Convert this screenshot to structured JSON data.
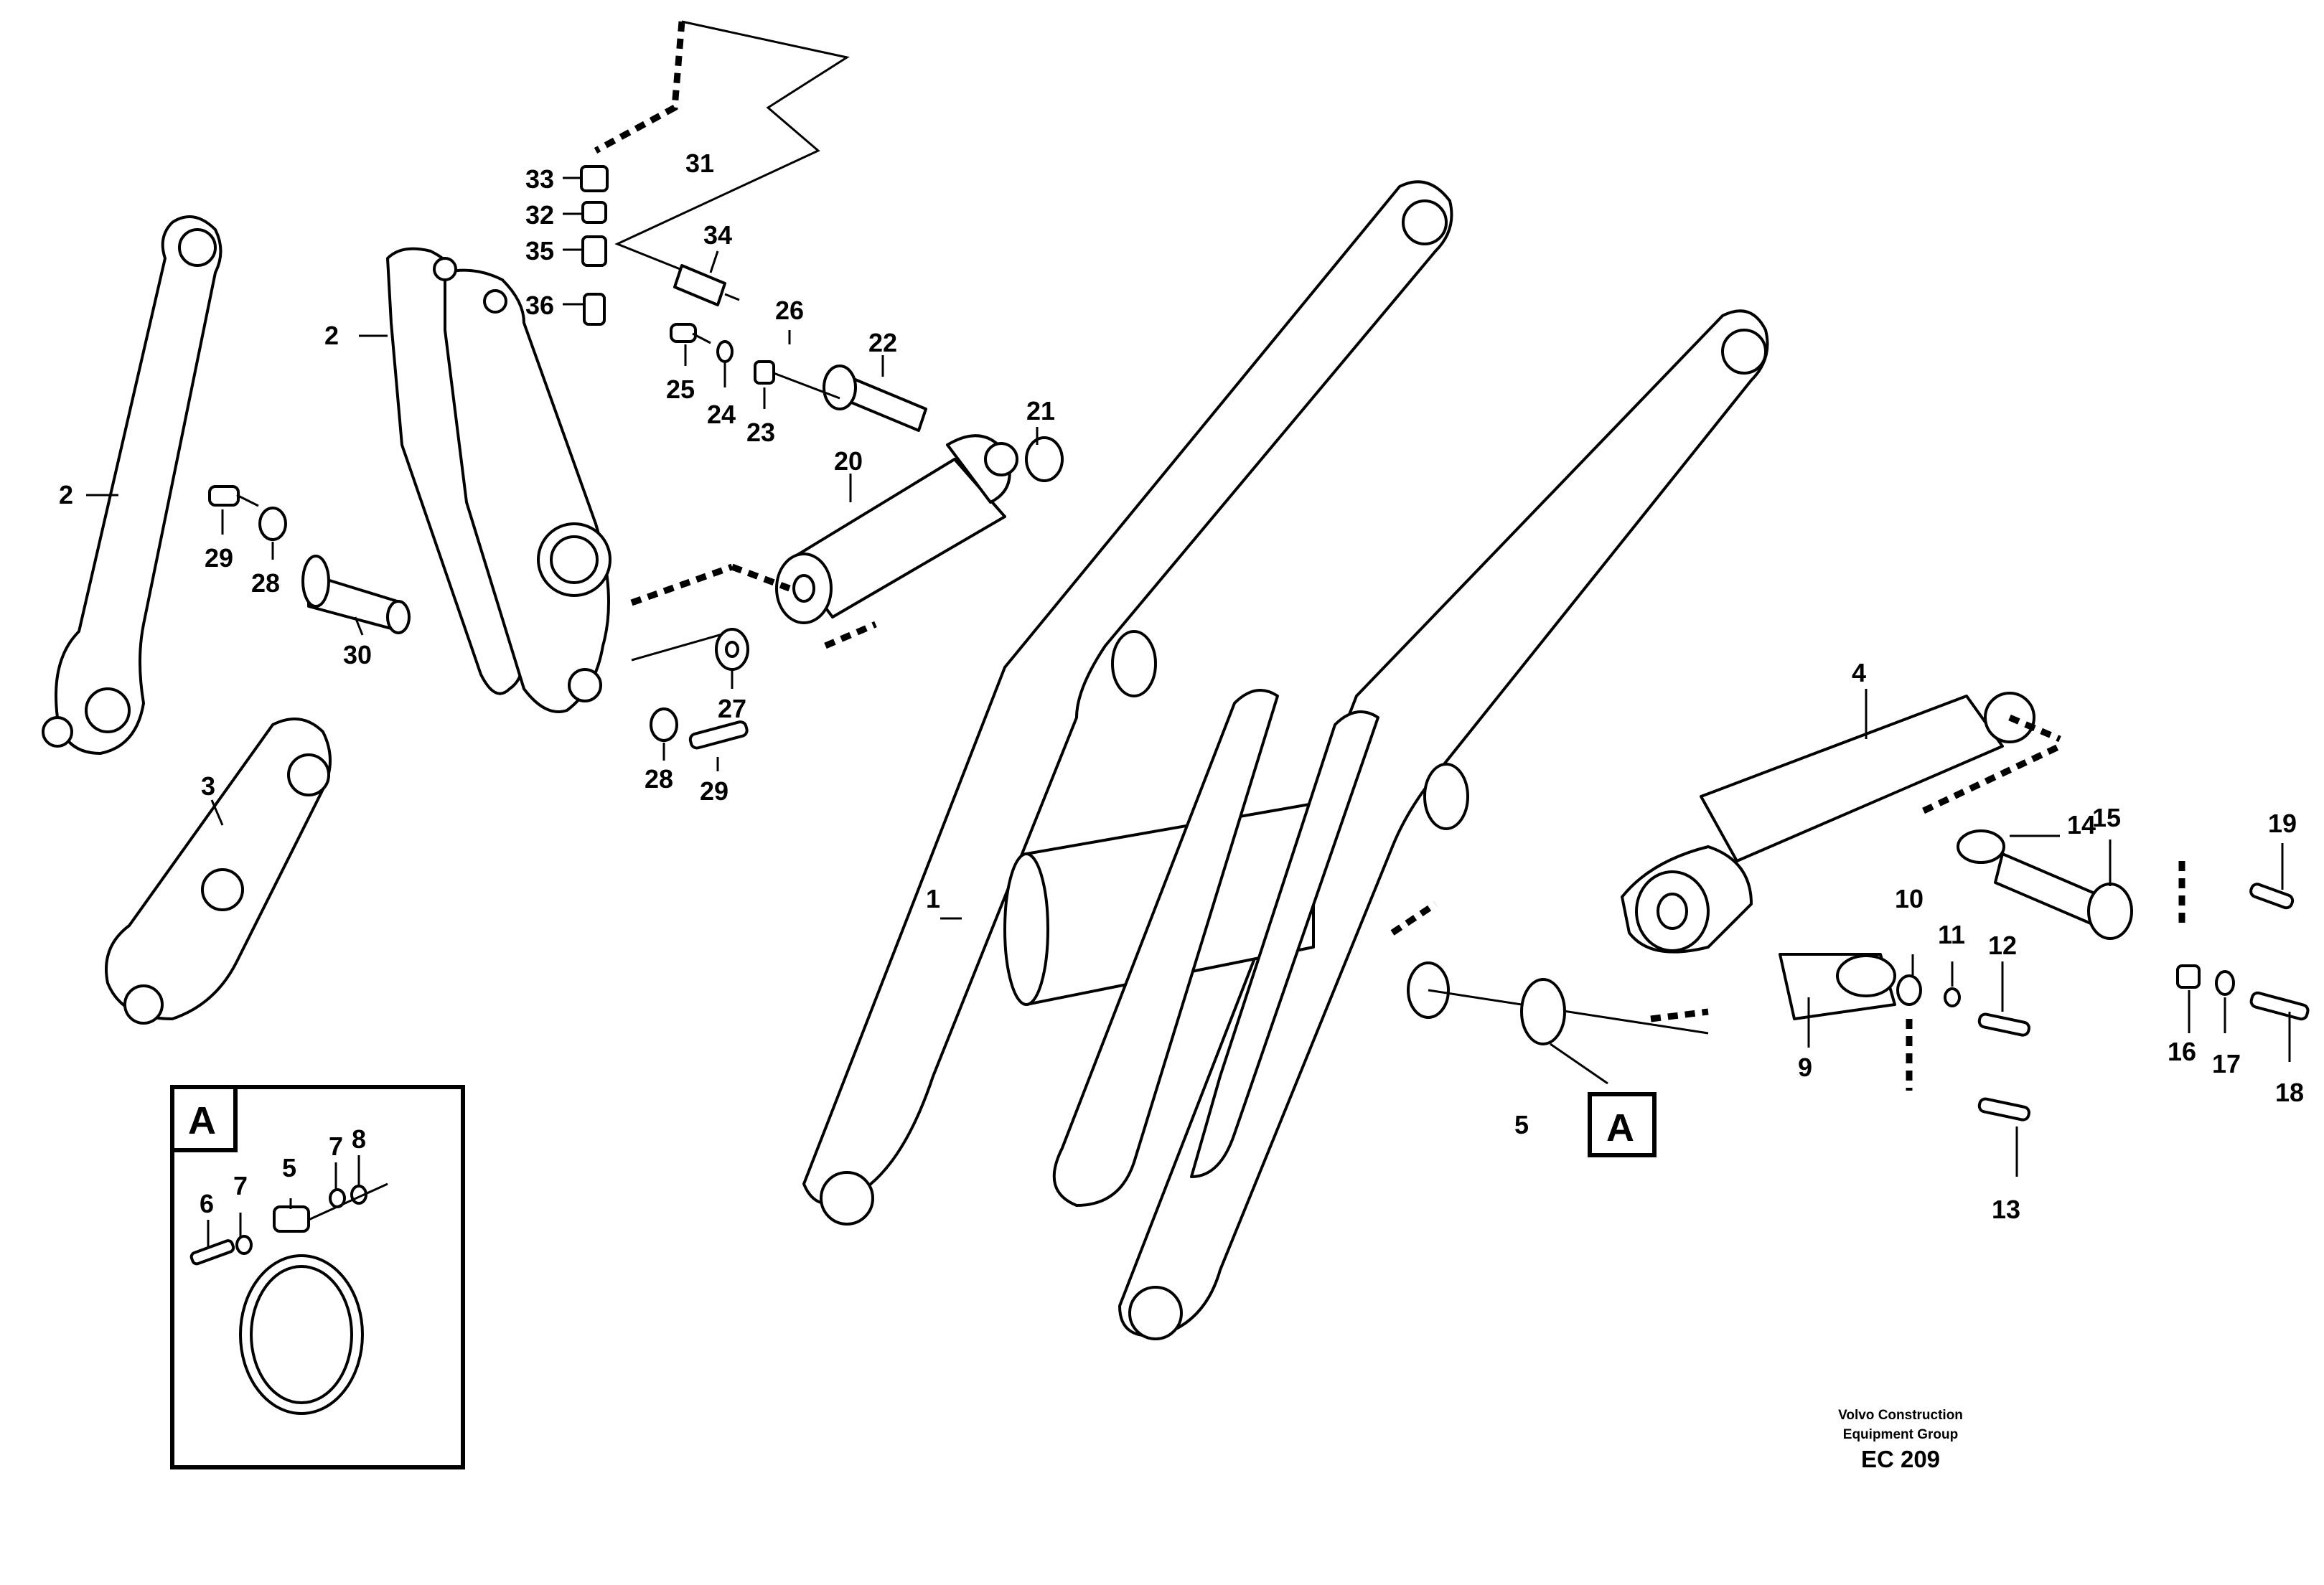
{
  "callouts": {
    "c1": "1",
    "c2a": "2",
    "c2b": "2",
    "c3": "3",
    "c4": "4",
    "c5": "5",
    "c9": "9",
    "c10": "10",
    "c11": "11",
    "c12": "12",
    "c13": "13",
    "c14": "14",
    "c15": "15",
    "c16": "16",
    "c17": "17",
    "c18": "18",
    "c19": "19",
    "c20": "20",
    "c21": "21",
    "c22": "22",
    "c23": "23",
    "c24": "24",
    "c25": "25",
    "c26": "26",
    "c27": "27",
    "c28a": "28",
    "c28b": "28",
    "c29a": "29",
    "c29b": "29",
    "c30": "30",
    "c31": "31",
    "c32": "32",
    "c33": "33",
    "c34": "34",
    "c35": "35",
    "c36": "36"
  },
  "detail": {
    "marker": "A",
    "c5": "5",
    "c6": "6",
    "c7a": "7",
    "c7b": "7",
    "c8": "8"
  },
  "detail_ref": "A",
  "footer": {
    "line1": "Volvo Construction",
    "line2": "Equipment Group",
    "code": "EC 209"
  }
}
